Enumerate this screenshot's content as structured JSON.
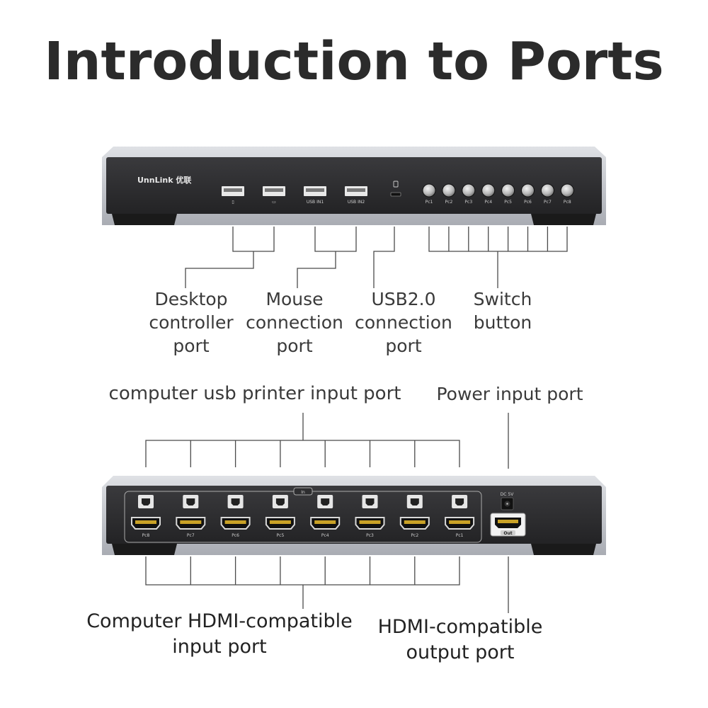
{
  "title": "Introduction to Ports",
  "front_panel": {
    "brand": "UnnLink 优联",
    "usb_ports": [
      {
        "label": "",
        "icon": "mouse-icon"
      },
      {
        "label": "",
        "icon": "keyboard-icon"
      },
      {
        "label": "USB IN1"
      },
      {
        "label": "USB IN2"
      }
    ],
    "switch_buttons": [
      "Pc1",
      "Pc2",
      "Pc3",
      "Pc4",
      "Pc5",
      "Pc6",
      "Pc7",
      "Pc8"
    ],
    "labels": {
      "desktop": "Desktop\ncontroller\nport",
      "mouse": "Mouse\nconnection\nport",
      "usb2": "USB2.0\nconnection\nport",
      "switch": "Switch\nbutton"
    }
  },
  "rear_panel": {
    "in_label": "In",
    "dc_label": "DC 5V",
    "out_label": "Out",
    "hdmi_inputs": [
      "Pc8",
      "Pc7",
      "Pc6",
      "Pc5",
      "Pc4",
      "Pc3",
      "Pc2",
      "Pc1"
    ],
    "labels": {
      "usb_printer": "computer usb printer input port",
      "power": "Power input port",
      "hdmi_in": "Computer HDMI-compatible\ninput port",
      "hdmi_out": "HDMI-compatible\noutput port"
    }
  },
  "colors": {
    "panel": "#2e2e30",
    "chassis": "#b9bcc2",
    "line": "#555555"
  }
}
